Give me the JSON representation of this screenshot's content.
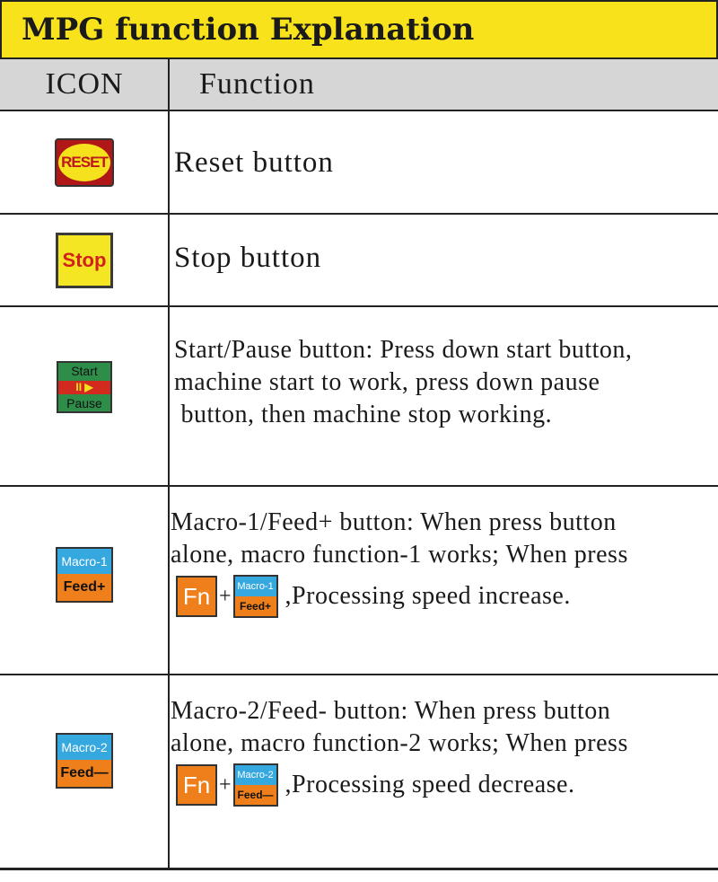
{
  "title": "MPG function Explanation",
  "header": {
    "icon": "ICON",
    "function": "Function"
  },
  "rows": [
    {
      "icon": "reset-icon",
      "icon_label": "RESET",
      "text": [
        "Reset button"
      ]
    },
    {
      "icon": "stop-icon",
      "icon_label": "Stop",
      "text": [
        "Stop button"
      ]
    },
    {
      "icon": "start-pause-icon",
      "icon_top": "Start",
      "icon_mid": "II ▶",
      "icon_bottom": "Pause",
      "text": [
        "Start/Pause button: Press down start button,",
        "machine start to work, press down pause",
        " button, then machine stop working."
      ]
    },
    {
      "icon": "macro-1-feed-plus-icon",
      "icon_top": "Macro-1",
      "icon_bottom": "Feed+",
      "text": [
        "Macro-1/Feed+ button: When press button",
        "alone, macro function-1 works; When press"
      ],
      "combo": {
        "fn": "Fn",
        "plus": "+",
        "after": ",Processing speed increase."
      }
    },
    {
      "icon": "macro-2-feed-minus-icon",
      "icon_top": "Macro-2",
      "icon_bottom": "Feed—",
      "text": [
        "Macro-2/Feed- button: When press button",
        "alone, macro function-2 works; When press"
      ],
      "combo": {
        "fn": "Fn",
        "plus": "+",
        "after": ",Processing speed decrease."
      }
    }
  ],
  "colors": {
    "title_bg": "#f7e21c",
    "header_bg": "#d6d6d6",
    "macro_blue": "#35a8e0",
    "macro_orange": "#ef7f1a"
  }
}
